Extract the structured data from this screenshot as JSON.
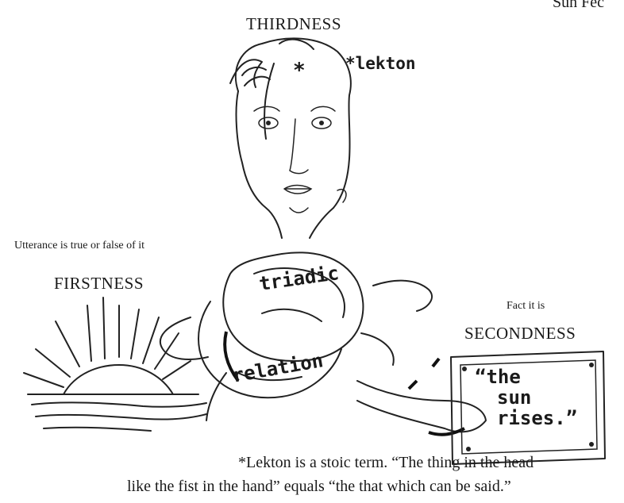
{
  "corner_text": "Sun Fec",
  "thirdness": {
    "label": "THIRDNESS",
    "lekton_label": "*lekton",
    "asterisk": "*"
  },
  "firstness": {
    "label": "FIRSTNESS",
    "note": "Utterance is true or false of it"
  },
  "secondness": {
    "label": "SECONDNESS",
    "note": "Fact it is"
  },
  "knot": {
    "top_word": "triadic",
    "bottom_word": "relation"
  },
  "sign": {
    "quote_open": "“",
    "line1": "the",
    "line2": "sun",
    "line3": "rises.”"
  },
  "footnote": {
    "line1": "*Lekton is a stoic term. “The thing in the head",
    "line2": "like the fist in the hand” equals “the that which can be said.”"
  }
}
